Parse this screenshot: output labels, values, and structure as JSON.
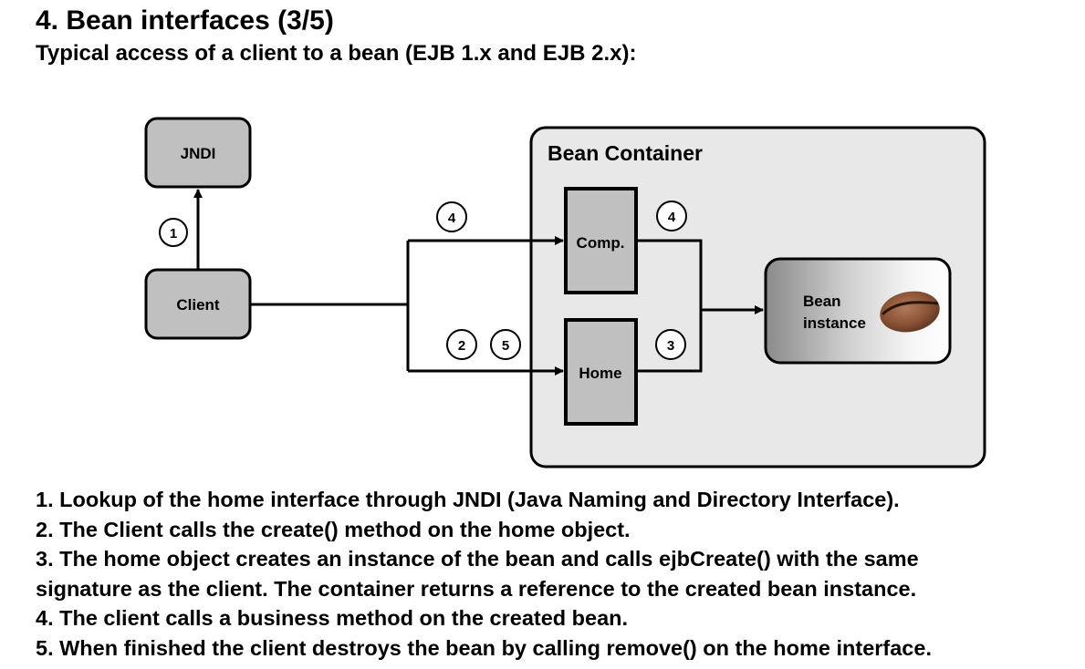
{
  "slide": {
    "title": "4. Bean interfaces (3/5)",
    "subtitle": "Typical access of a client to a bean (EJB 1.x and EJB 2.x):"
  },
  "diagram": {
    "nodes": {
      "jndi": "JNDI",
      "client": "Client",
      "container": "Bean Container",
      "component": "Comp.",
      "home": "Home",
      "bean_line1": "Bean",
      "bean_line2": "instance"
    },
    "step_markers": {
      "lookup": "1",
      "client_to_comp": "4",
      "comp_to_bean": "4",
      "client_to_home_a": "2",
      "client_to_home_b": "5",
      "home_to_bean": "3"
    },
    "colors": {
      "box_fill": "#c0c0c0",
      "container_fill": "#e8e8e8",
      "stroke": "#000000"
    },
    "bean_icon": "coffee-bean-icon"
  },
  "steps": [
    "1. Lookup of the home interface through JNDI (Java Naming and Directory Interface).",
    "2. The Client calls the create() method on the home object.",
    "3. The home object creates an instance of the bean and calls ejbCreate() with the same",
    "signature as the client. The container returns a reference to the created bean instance.",
    "4. The client calls a business method on the created bean.",
    "5. When finished the client destroys the bean by calling remove() on the home interface."
  ]
}
